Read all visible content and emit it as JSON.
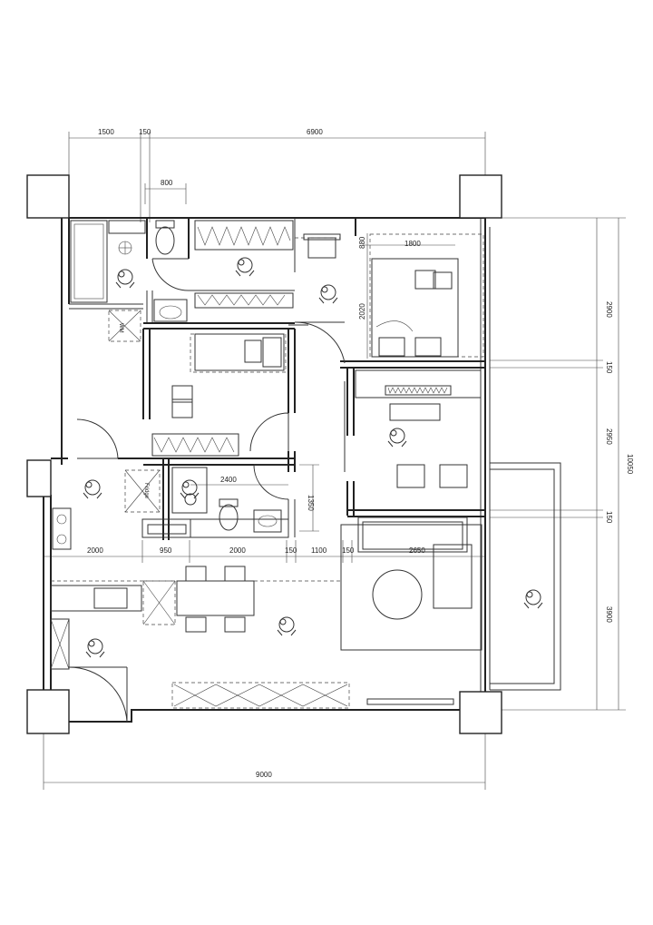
{
  "dimensions": {
    "top": [
      "1500",
      "150",
      "6900"
    ],
    "inner_top": "800",
    "bed_width": "1800",
    "bed_top_gap": "880",
    "bed_depth": "2020",
    "right": [
      "2900",
      "150",
      "2950",
      "150",
      "3900"
    ],
    "right_total": "10050",
    "corridor": "2400",
    "corridor_h": "1350",
    "middle": [
      "2000",
      "950",
      "2000",
      "150",
      "1100",
      "150",
      "2650"
    ],
    "bottom": "9000"
  },
  "labels": {
    "wm": "WM",
    "fridge": "Fridge"
  }
}
